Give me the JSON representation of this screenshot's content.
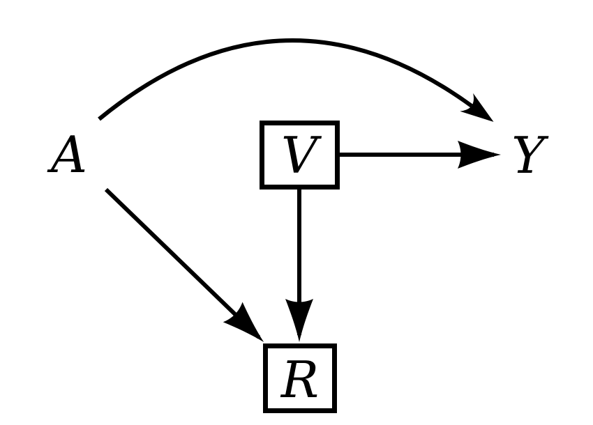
{
  "diagram": {
    "kind": "causal-dag",
    "background_color": "#ffffff",
    "ink_color": "#000000",
    "nodes": [
      {
        "id": "A",
        "label": "A",
        "shape": "plain",
        "position": "left"
      },
      {
        "id": "V",
        "label": "V",
        "shape": "box",
        "position": "center"
      },
      {
        "id": "Y",
        "label": "Y",
        "shape": "plain",
        "position": "right"
      },
      {
        "id": "R",
        "label": "R",
        "shape": "box",
        "position": "bottom-center"
      }
    ],
    "edges": [
      {
        "from": "A",
        "to": "Y",
        "style": "curved-arc-over-top",
        "arrowhead": "stealth"
      },
      {
        "from": "A",
        "to": "R",
        "style": "straight-diagonal",
        "arrowhead": "filled-triangle"
      },
      {
        "from": "V",
        "to": "Y",
        "style": "straight-horizontal",
        "arrowhead": "filled-triangle"
      },
      {
        "from": "V",
        "to": "R",
        "style": "straight-vertical",
        "arrowhead": "filled-triangle"
      }
    ]
  }
}
